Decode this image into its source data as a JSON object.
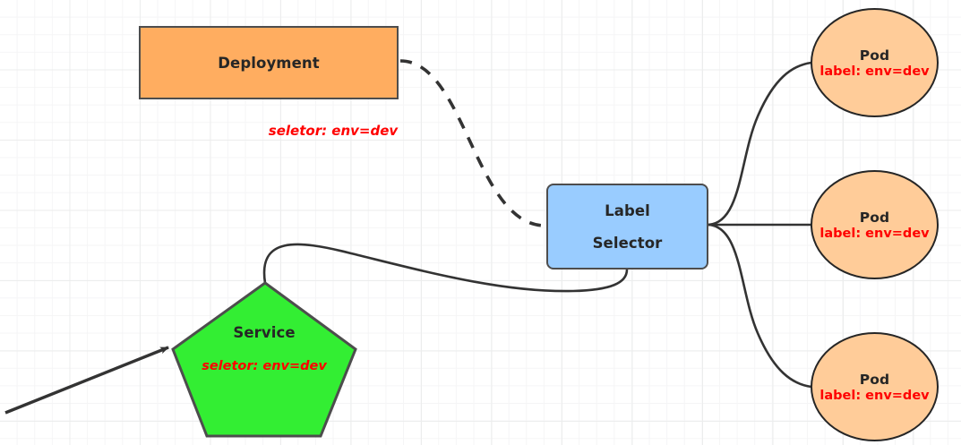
{
  "diagram": {
    "title": "Kubernetes label selector diagram",
    "background": {
      "grid": "graph-paper",
      "minor_color": "#f5f5f6",
      "major_color": "#eceded"
    },
    "colors": {
      "deployment_fill": "#ffad60",
      "label_selector_fill": "#99ccff",
      "pod_fill": "#ffcc99",
      "service_fill": "#33ee33",
      "stroke": "#4d4d4d",
      "selector_text": "#ff0000",
      "title_text": "#262626"
    },
    "nodes": {
      "deployment": {
        "label": "Deployment",
        "shape": "rectangle"
      },
      "deployment_selector": {
        "label": "seletor:  env=dev"
      },
      "label_selector": {
        "line1": "Label",
        "line2": "Selector",
        "shape": "rounded-rectangle"
      },
      "service": {
        "label": "Service",
        "selector": "seletor:  env=dev",
        "shape": "pentagon"
      },
      "pods": [
        {
          "label": "Pod",
          "selector": "label: env=dev"
        },
        {
          "label": "Pod",
          "selector": "label: env=dev"
        },
        {
          "label": "Pod",
          "selector": "label: env=dev"
        }
      ]
    },
    "edges": [
      {
        "from": "deployment",
        "to": "label_selector",
        "style": "dashed-curve"
      },
      {
        "from": "service",
        "to": "label_selector",
        "style": "solid-curve"
      },
      {
        "from": "label_selector",
        "to": "pod_1",
        "style": "solid-curve"
      },
      {
        "from": "label_selector",
        "to": "pod_2",
        "style": "solid-line"
      },
      {
        "from": "label_selector",
        "to": "pod_3",
        "style": "solid-curve"
      },
      {
        "from": "external",
        "to": "service",
        "style": "solid-arrow"
      }
    ]
  }
}
